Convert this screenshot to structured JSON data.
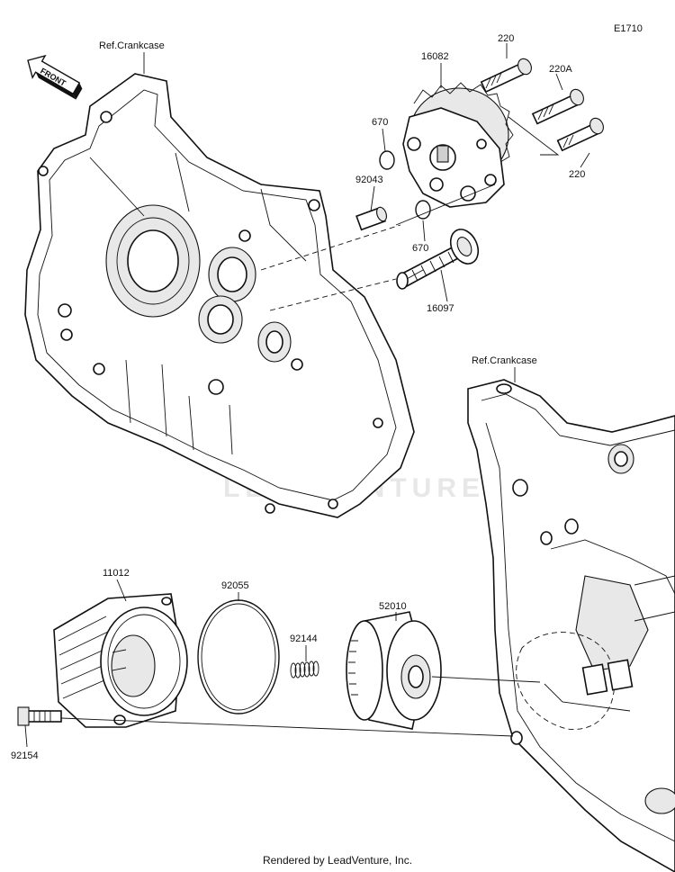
{
  "diagram_code": "E1710",
  "front_arrow_text": "FRONT",
  "ref_labels": {
    "upper": "Ref.Crankcase",
    "lower": "Ref.Crankcase"
  },
  "part_labels": {
    "p16082": "16082",
    "p220_top": "220",
    "p220a": "220A",
    "p220_bottom": "220",
    "p670_upper": "670",
    "p670_lower": "670",
    "p92043": "92043",
    "p16097": "16097",
    "p11012": "11012",
    "p92055": "92055",
    "p92144": "92144",
    "p52010": "52010",
    "p92154": "92154"
  },
  "watermark": "LEADVENTURE",
  "footer": "Rendered by LeadVenture, Inc."
}
